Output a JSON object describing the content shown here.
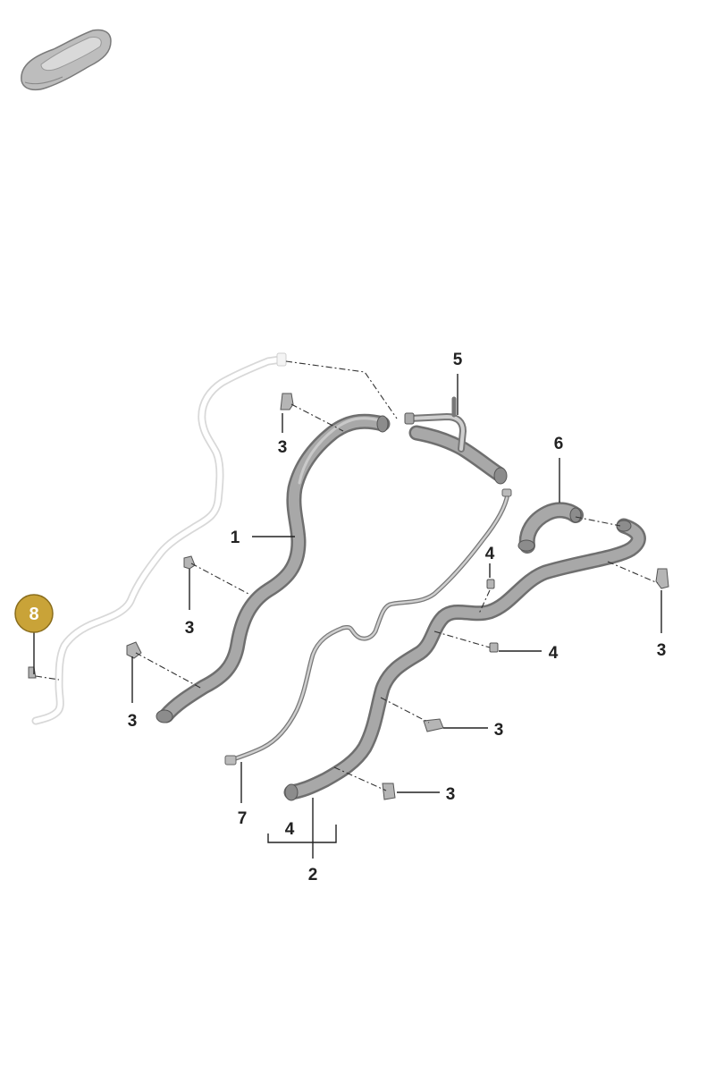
{
  "callouts": {
    "part_1": "1",
    "part_2": "2",
    "part_3": "3",
    "part_4": "4",
    "part_5": "5",
    "part_6": "6",
    "part_7": "7",
    "part_8": "8"
  },
  "colors": {
    "badge_fill": "#c9a338",
    "badge_stroke": "#8a6d1c",
    "hose_dark": "#6f6f6f",
    "hose_mid": "#a8a8a8",
    "ghost_part": "#d8d8d8"
  },
  "icons": {
    "vehicle_thumbnail": "car-silhouette-icon"
  }
}
